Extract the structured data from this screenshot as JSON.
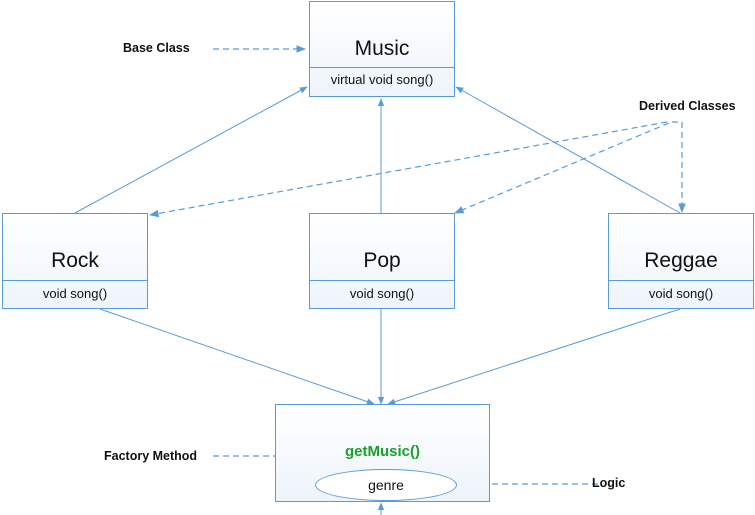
{
  "classes": {
    "music": {
      "title": "Music",
      "method": "virtual void song()"
    },
    "rock": {
      "title": "Rock",
      "method": "void song()"
    },
    "pop": {
      "title": "Pop",
      "method": "void song()"
    },
    "reggae": {
      "title": "Reggae",
      "method": "void song()"
    }
  },
  "factory": {
    "method_call": "getMusic()",
    "logic_node": "genre",
    "method_color": "#1aa02a"
  },
  "annotations": {
    "base_class": "Base Class",
    "derived_classes": "Derived Classes",
    "factory_method": "Factory Method",
    "logic": "Logic"
  },
  "colors": {
    "line": "#5b9bd5",
    "box_border": "#5b9bd5",
    "text": "#111111"
  }
}
